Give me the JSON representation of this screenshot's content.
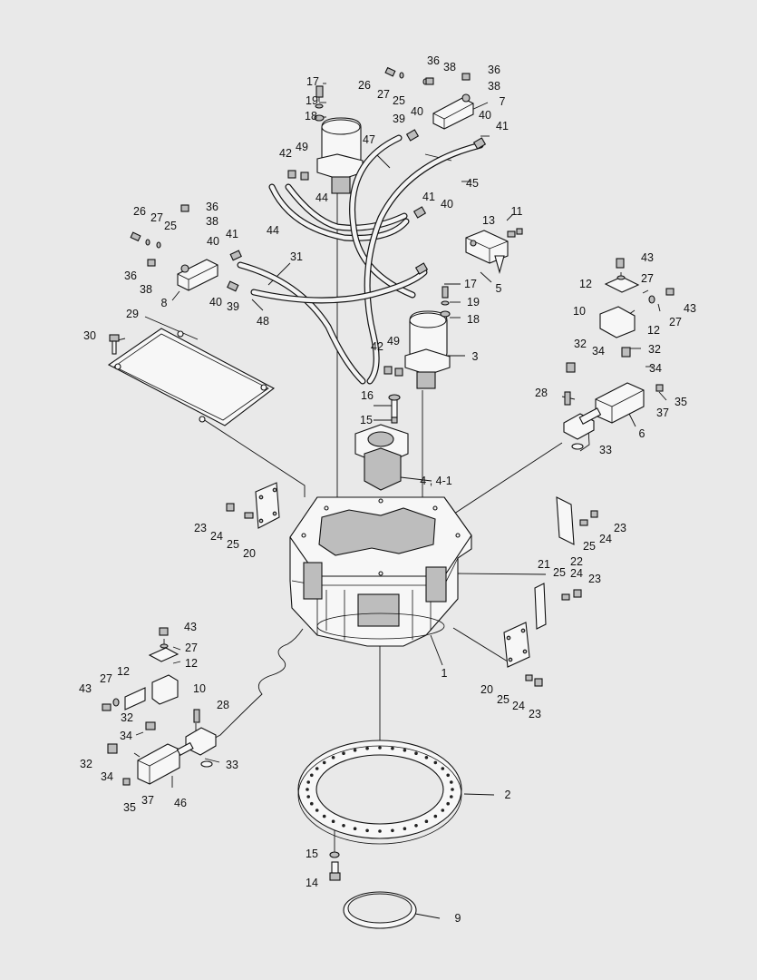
{
  "diagram": {
    "labels": [
      {
        "id": "l17a",
        "text": "17"
      },
      {
        "id": "l19a",
        "text": "19"
      },
      {
        "id": "l18a",
        "text": "18"
      },
      {
        "id": "l42a",
        "text": "42"
      },
      {
        "id": "l49a",
        "text": "49"
      },
      {
        "id": "l44a",
        "text": "44"
      },
      {
        "id": "l44b",
        "text": "44"
      },
      {
        "id": "l47",
        "text": "47"
      },
      {
        "id": "l45",
        "text": "45"
      },
      {
        "id": "l26a",
        "text": "26"
      },
      {
        "id": "l27a",
        "text": "27"
      },
      {
        "id": "l25a",
        "text": "25"
      },
      {
        "id": "l36a",
        "text": "36"
      },
      {
        "id": "l38a",
        "text": "38"
      },
      {
        "id": "l36b",
        "text": "36"
      },
      {
        "id": "l38b",
        "text": "38"
      },
      {
        "id": "l7",
        "text": "7"
      },
      {
        "id": "l39a",
        "text": "39"
      },
      {
        "id": "l40a",
        "text": "40"
      },
      {
        "id": "l40b",
        "text": "40"
      },
      {
        "id": "l41a",
        "text": "41"
      },
      {
        "id": "l26b",
        "text": "26"
      },
      {
        "id": "l27b",
        "text": "27"
      },
      {
        "id": "l25b",
        "text": "25"
      },
      {
        "id": "l36c",
        "text": "36"
      },
      {
        "id": "l38c",
        "text": "38"
      },
      {
        "id": "l36d",
        "text": "36"
      },
      {
        "id": "l38d",
        "text": "38"
      },
      {
        "id": "l40c",
        "text": "40"
      },
      {
        "id": "l41b",
        "text": "41"
      },
      {
        "id": "l40d",
        "text": "40"
      },
      {
        "id": "l39b",
        "text": "39"
      },
      {
        "id": "l8",
        "text": "8"
      },
      {
        "id": "l31",
        "text": "31"
      },
      {
        "id": "l48",
        "text": "48"
      },
      {
        "id": "l41c",
        "text": "41"
      },
      {
        "id": "l40e",
        "text": "40"
      },
      {
        "id": "l13",
        "text": "13"
      },
      {
        "id": "l11",
        "text": "11"
      },
      {
        "id": "l5",
        "text": "5"
      },
      {
        "id": "l17b",
        "text": "17"
      },
      {
        "id": "l19b",
        "text": "19"
      },
      {
        "id": "l18b",
        "text": "18"
      },
      {
        "id": "l42b",
        "text": "42"
      },
      {
        "id": "l49b",
        "text": "49"
      },
      {
        "id": "l3",
        "text": "3"
      },
      {
        "id": "l43a",
        "text": "43"
      },
      {
        "id": "l27c",
        "text": "27"
      },
      {
        "id": "l12a",
        "text": "12"
      },
      {
        "id": "l43b",
        "text": "43"
      },
      {
        "id": "l10a",
        "text": "10"
      },
      {
        "id": "l12b",
        "text": "12"
      },
      {
        "id": "l27d",
        "text": "27"
      },
      {
        "id": "l32a",
        "text": "32"
      },
      {
        "id": "l34a",
        "text": "34"
      },
      {
        "id": "l32b",
        "text": "32"
      },
      {
        "id": "l34b",
        "text": "34"
      },
      {
        "id": "l28a",
        "text": "28"
      },
      {
        "id": "l35a",
        "text": "35"
      },
      {
        "id": "l37a",
        "text": "37"
      },
      {
        "id": "l6",
        "text": "6"
      },
      {
        "id": "l33a",
        "text": "33"
      },
      {
        "id": "l29",
        "text": "29"
      },
      {
        "id": "l30",
        "text": "30"
      },
      {
        "id": "l16",
        "text": "16"
      },
      {
        "id": "l15a",
        "text": "15"
      },
      {
        "id": "l4",
        "text": "4 , 4-1"
      },
      {
        "id": "l23a",
        "text": "23"
      },
      {
        "id": "l24a",
        "text": "24"
      },
      {
        "id": "l25c",
        "text": "25"
      },
      {
        "id": "l20a",
        "text": "20"
      },
      {
        "id": "l22",
        "text": "22"
      },
      {
        "id": "l25d",
        "text": "25"
      },
      {
        "id": "l24b",
        "text": "24"
      },
      {
        "id": "l23b",
        "text": "23"
      },
      {
        "id": "l21",
        "text": "21"
      },
      {
        "id": "l25e",
        "text": "25"
      },
      {
        "id": "l24c",
        "text": "24"
      },
      {
        "id": "l23c",
        "text": "23"
      },
      {
        "id": "l1",
        "text": "1"
      },
      {
        "id": "l20b",
        "text": "20"
      },
      {
        "id": "l25f",
        "text": "25"
      },
      {
        "id": "l24d",
        "text": "24"
      },
      {
        "id": "l23d",
        "text": "23"
      },
      {
        "id": "l43c",
        "text": "43"
      },
      {
        "id": "l27e",
        "text": "27"
      },
      {
        "id": "l12c",
        "text": "12"
      },
      {
        "id": "l43d",
        "text": "43"
      },
      {
        "id": "l27f",
        "text": "27"
      },
      {
        "id": "l12d",
        "text": "12"
      },
      {
        "id": "l10b",
        "text": "10"
      },
      {
        "id": "l28b",
        "text": "28"
      },
      {
        "id": "l32c",
        "text": "32"
      },
      {
        "id": "l34c",
        "text": "34"
      },
      {
        "id": "l32d",
        "text": "32"
      },
      {
        "id": "l34d",
        "text": "34"
      },
      {
        "id": "l33b",
        "text": "33"
      },
      {
        "id": "l35b",
        "text": "35"
      },
      {
        "id": "l37b",
        "text": "37"
      },
      {
        "id": "l46",
        "text": "46"
      },
      {
        "id": "l2",
        "text": "2"
      },
      {
        "id": "l15b",
        "text": "15"
      },
      {
        "id": "l14",
        "text": "14"
      },
      {
        "id": "l9",
        "text": "9"
      }
    ]
  }
}
